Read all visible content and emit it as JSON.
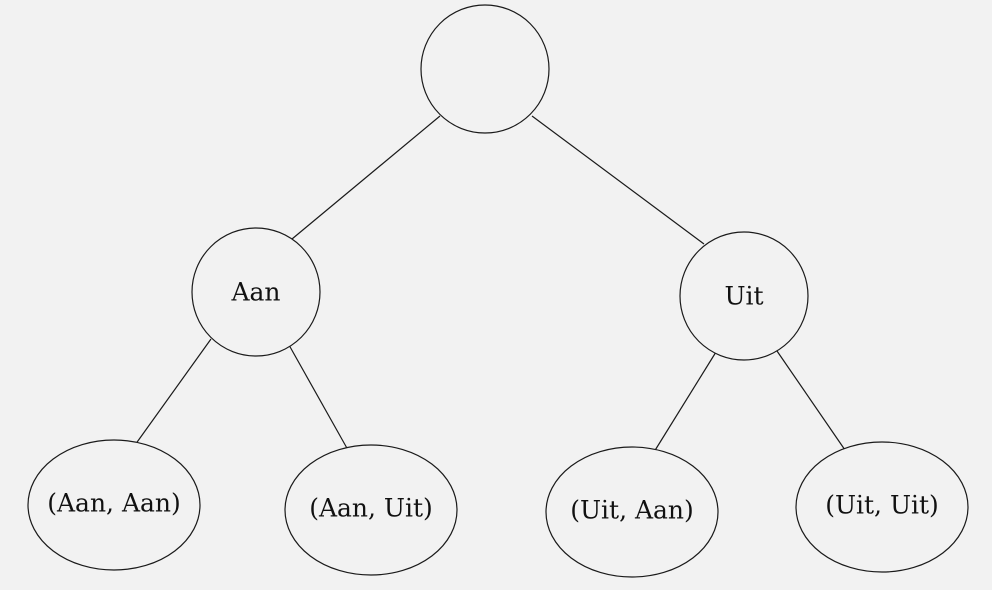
{
  "tree": {
    "root": {
      "label": "",
      "children": [
        {
          "label": "Aan",
          "children": [
            {
              "label": "(Aan, Aan)"
            },
            {
              "label": "(Aan, Uit)"
            }
          ]
        },
        {
          "label": "Uit",
          "children": [
            {
              "label": "(Uit, Aan)"
            },
            {
              "label": "(Uit, Uit)"
            }
          ]
        }
      ]
    }
  }
}
